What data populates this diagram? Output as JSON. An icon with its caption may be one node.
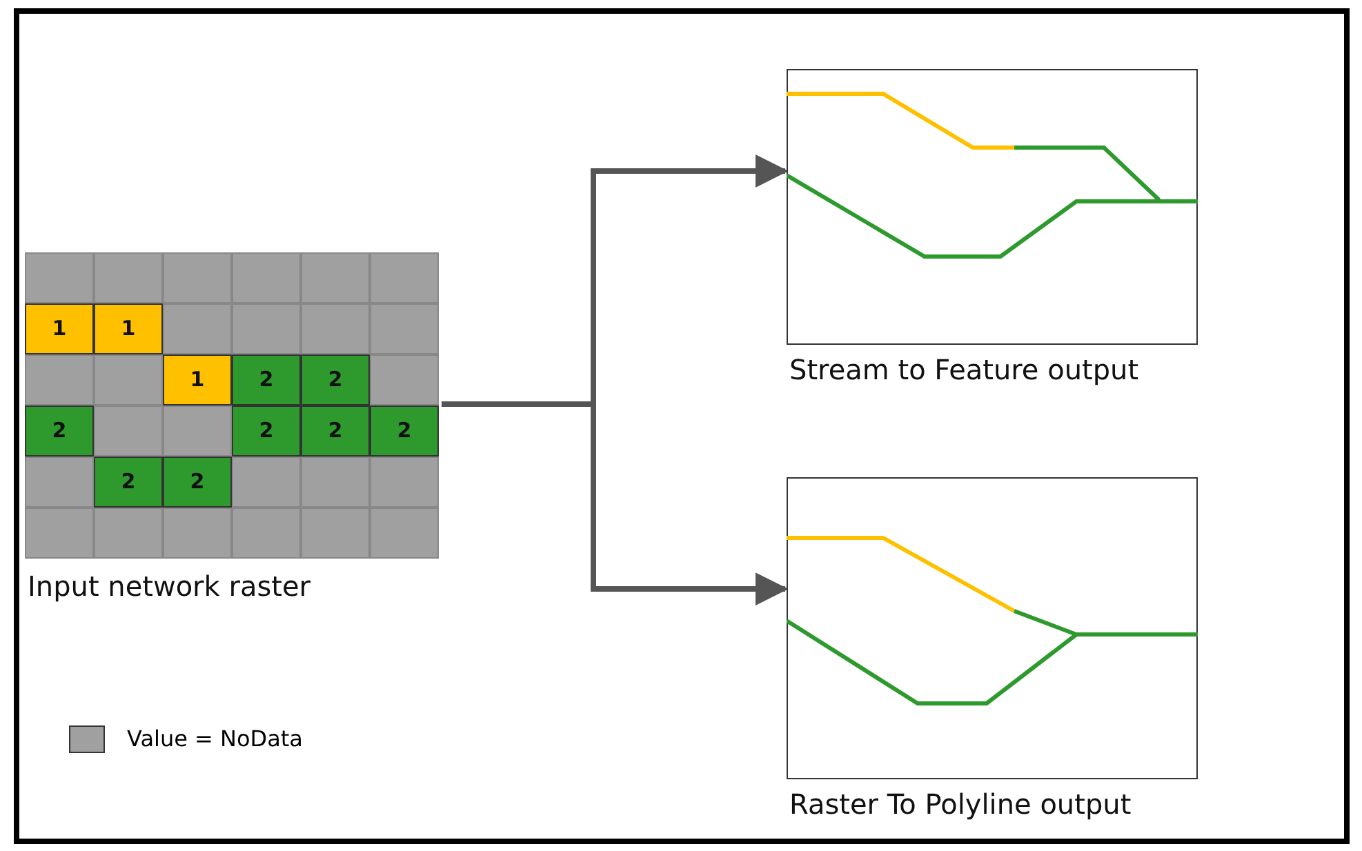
{
  "diagram": {
    "nodes": [
      {
        "text": [
          "Input network raster"
        ]
      },
      {
        "text": [
          "Stream to Feature output"
        ]
      },
      {
        "text": [
          "Raster To Polyline output"
        ]
      }
    ],
    "edges": [
      {
        "from": 0,
        "to": 1,
        "arrow": "to"
      },
      {
        "from": 0,
        "to": 2,
        "arrow": "to"
      }
    ],
    "labels": [
      "1",
      "1",
      "1",
      "2",
      "2",
      "2",
      "2",
      "2",
      "2",
      "2",
      "2"
    ],
    "legend": [
      {
        "text": "Value = NoData",
        "color": "#a0a0a0"
      }
    ]
  }
}
